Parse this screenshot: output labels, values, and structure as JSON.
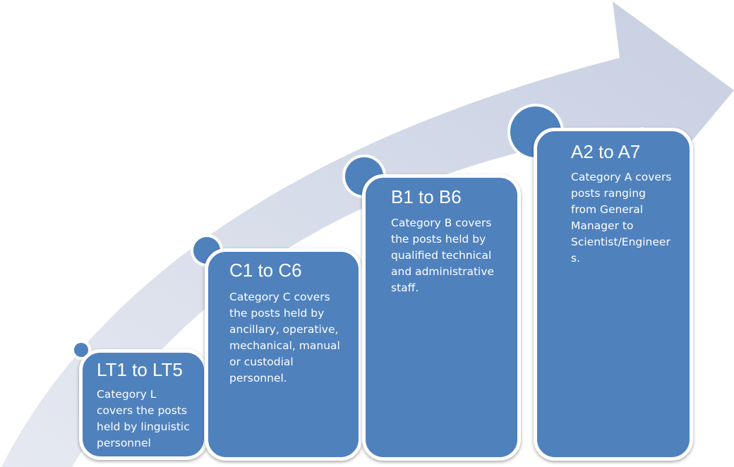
{
  "colors": {
    "box_fill": "#4f81bd",
    "arrow_fill": "#ccd3e4",
    "arrow_fill_light": "#e3e7f0",
    "text": "#ffffff"
  },
  "steps": [
    {
      "title": "LT1 to LT5",
      "lines": [
        "Category L",
        "covers the posts",
        "held by linguistic",
        "personnel"
      ]
    },
    {
      "title": "C1 to C6",
      "lines": [
        "Category C covers",
        "the posts held by",
        "ancillary, operative,",
        "mechanical, manual",
        "or custodial",
        "personnel."
      ]
    },
    {
      "title": "B1 to B6",
      "lines": [
        "Category B covers",
        "the posts held by",
        "qualified technical",
        "and administrative",
        "staff."
      ]
    },
    {
      "title": "A2 to A7",
      "lines": [
        "Category A covers",
        "posts ranging",
        "from General",
        "Manager to",
        "Scientist/Engineer",
        "s."
      ]
    }
  ]
}
